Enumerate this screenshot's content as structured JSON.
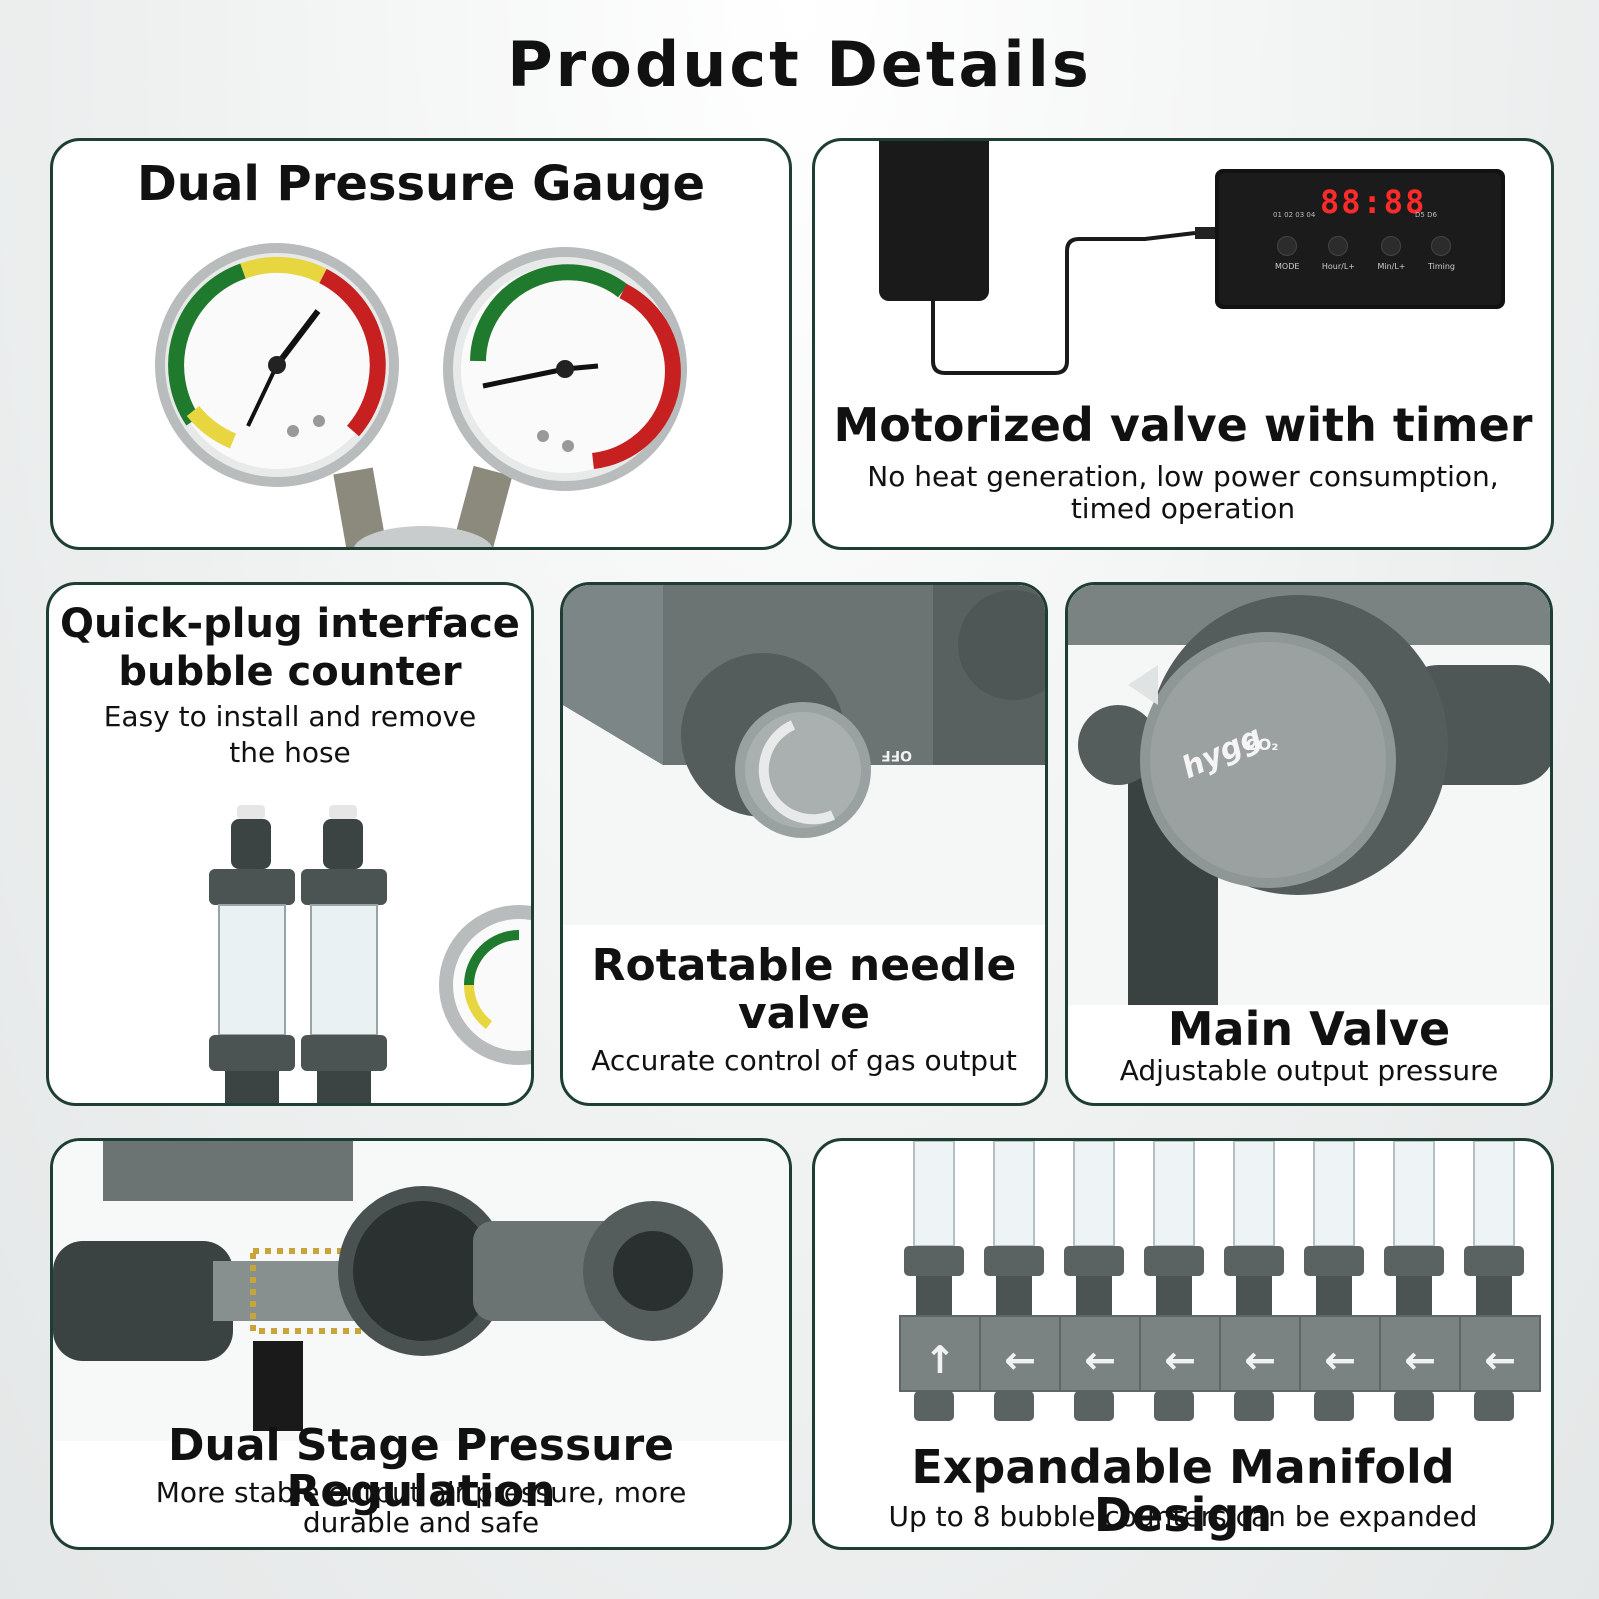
{
  "page_title": "Product Details",
  "cards": {
    "dual_gauge": {
      "title": "Dual Pressure Gauge"
    },
    "motorized_valve": {
      "title": "Motorized valve with timer",
      "subtitle_line1": "No heat generation, low power consumption,",
      "subtitle_line2": "timed operation",
      "display_digits": "88:88",
      "buttons": [
        "MODE",
        "Hour/L+",
        "Min/L+",
        "Timing"
      ],
      "indicators_left": "01 02 03 04",
      "indicators_right": "D5 D6"
    },
    "quick_plug": {
      "title_line1": "Quick-plug interface",
      "title_line2": "bubble counter",
      "subtitle_line1": "Easy to install and remove",
      "subtitle_line2": "the hose"
    },
    "needle_valve": {
      "title_line1": "Rotatable needle",
      "title_line2": "valve",
      "subtitle": "Accurate control of gas output",
      "knob_label": "OFF"
    },
    "main_valve": {
      "title": "Main Valve",
      "subtitle": "Adjustable output pressure",
      "logo_text": "hygg",
      "logo_sub": "CO₂"
    },
    "dual_stage": {
      "title": "Dual Stage Pressure Regulation",
      "subtitle_line1": "More stable output air pressure, more",
      "subtitle_line2": "durable and safe"
    },
    "manifold": {
      "title": "Expandable Manifold Design",
      "subtitle": "Up to 8 bubble counters can be expanded",
      "counter_count": 8
    }
  },
  "colors": {
    "border": "#1e3d33",
    "metal": "#6b7373",
    "led_red": "#ff2a2a"
  }
}
